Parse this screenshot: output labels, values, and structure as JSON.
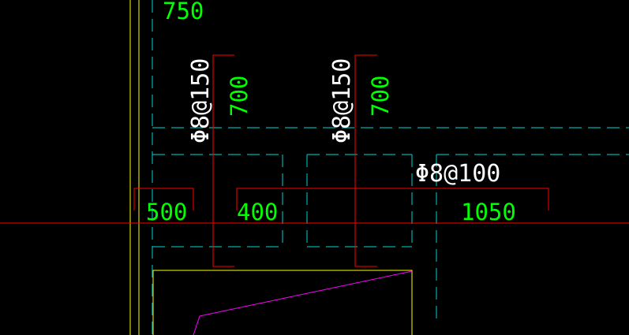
{
  "colors": {
    "background": "#000000",
    "yellow": "#ffff00",
    "red": "#ff0000",
    "cyan": "#00aeae",
    "green": "#00ff00",
    "white": "#ffffff",
    "magenta": "#ff00ff"
  },
  "labels": {
    "dim_top_partial": "750",
    "rebar_left": "Φ8@150",
    "dim_left_vertical": "700",
    "rebar_middle": "Φ8@150",
    "dim_middle_vertical": "700",
    "rebar_right": "Φ8@100",
    "dim_500": "500",
    "dim_400": "400",
    "dim_1050": "1050"
  }
}
